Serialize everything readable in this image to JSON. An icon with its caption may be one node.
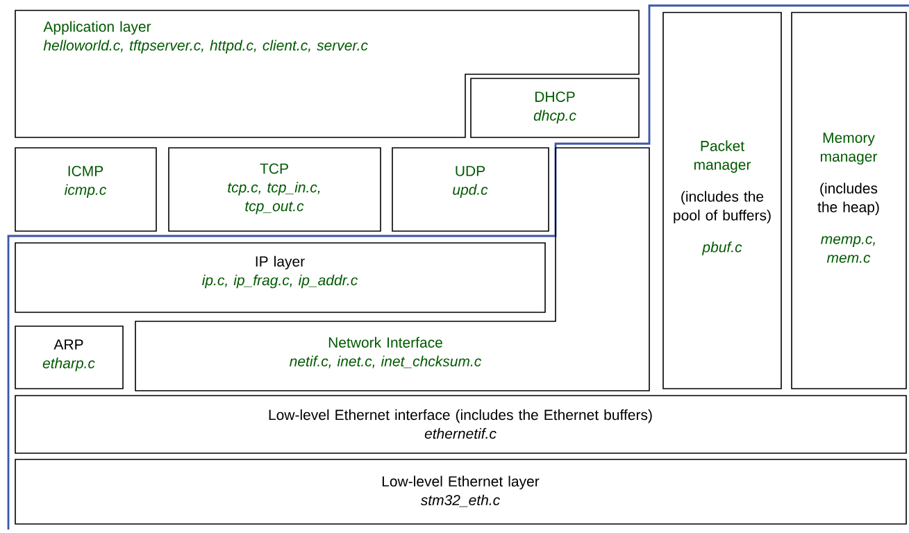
{
  "diagram": {
    "nodes": [
      {
        "text": [
          "Application layer",
          "helloworld.c, tftpserver.c, httpd.c, client.c, server.c"
        ]
      },
      {
        "text": [
          "DHCP",
          "dhcp.c"
        ]
      },
      {
        "text": [
          "ICMP",
          "icmp.c"
        ]
      },
      {
        "text": [
          "TCP",
          "tcp.c, tcp_in.c, tcp_out.c"
        ]
      },
      {
        "text": [
          "UDP",
          "upd.c"
        ]
      },
      {
        "text": [
          "IP layer",
          "ip.c, ip_frag.c, ip_addr.c"
        ]
      },
      {
        "text": [
          "ARP",
          "etharp.c"
        ]
      },
      {
        "text": [
          "Network Interface",
          "netif.c, inet.c, inet_chcksum.c"
        ]
      },
      {
        "text": [
          "Packet manager",
          "(includes the pool of buffers)",
          "pbuf.c"
        ]
      },
      {
        "text": [
          "Memory manager",
          "(includes the heap)",
          "memp.c, mem.c"
        ]
      },
      {
        "text": [
          "Low-level Ethernet interface (includes the Ethernet buffers)",
          "ethernetif.c"
        ]
      },
      {
        "text": [
          "Low-level Ethernet layer",
          "stm32_eth.c"
        ]
      }
    ]
  }
}
